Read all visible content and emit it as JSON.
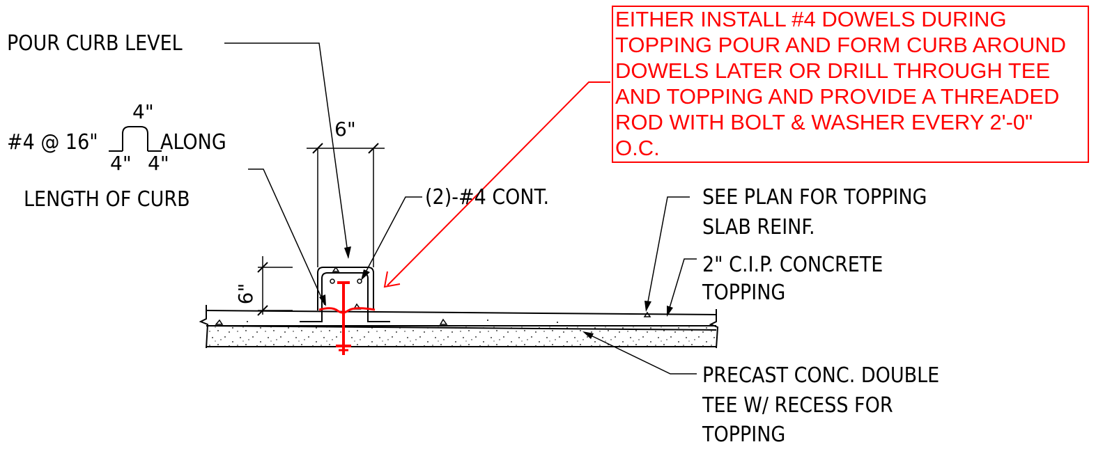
{
  "labels": {
    "pour_curb_level": "POUR CURB LEVEL",
    "bar_prefix": "#4 @ 16\"",
    "bar_along": "ALONG",
    "bar_top_dim": "4\"",
    "bar_left_dim": "4\"",
    "bar_right_dim": "4\"",
    "length_of_curb": "LENGTH OF CURB",
    "curb_width_dim": "6\"",
    "cont_bars": "(2)-#4 CONT.",
    "curb_height_dim": "6\"",
    "see_plan_1": "SEE PLAN FOR TOPPING",
    "see_plan_2": "SLAB REINF.",
    "cip_1": "2\" C.I.P. CONCRETE",
    "cip_2": "TOPPING",
    "precast_1": "PRECAST CONC. DOUBLE",
    "precast_2": "TEE W/ RECESS FOR",
    "precast_3": "TOPPING"
  },
  "note": {
    "lines": [
      "EITHER INSTALL #4 DOWELS DURING",
      "TOPPING POUR AND FORM CURB AROUND",
      "DOWELS LATER OR DRILL THROUGH TEE",
      "AND TOPPING AND PROVIDE A THREADED",
      "ROD WITH BOLT & WASHER EVERY 2'-0\"",
      "O.C."
    ],
    "color": "#ff0000"
  }
}
